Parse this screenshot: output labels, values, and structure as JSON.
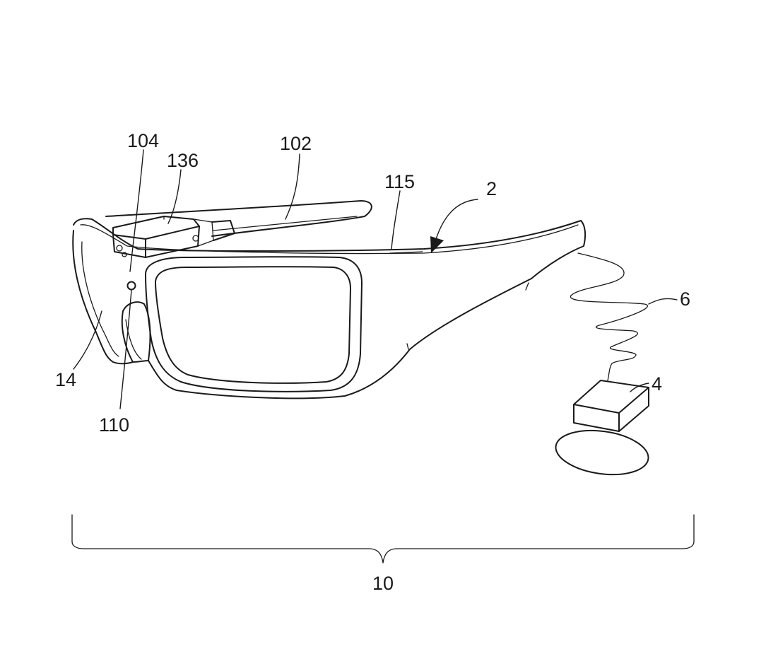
{
  "labels": {
    "ref_104": "104",
    "ref_136": "136",
    "ref_102": "102",
    "ref_115": "115",
    "ref_2": "2",
    "ref_6": "6",
    "ref_4": "4",
    "ref_14": "14",
    "ref_110": "110",
    "ref_10": "10"
  },
  "colors": {
    "line": "#1a1a1a",
    "background": "#ffffff"
  }
}
